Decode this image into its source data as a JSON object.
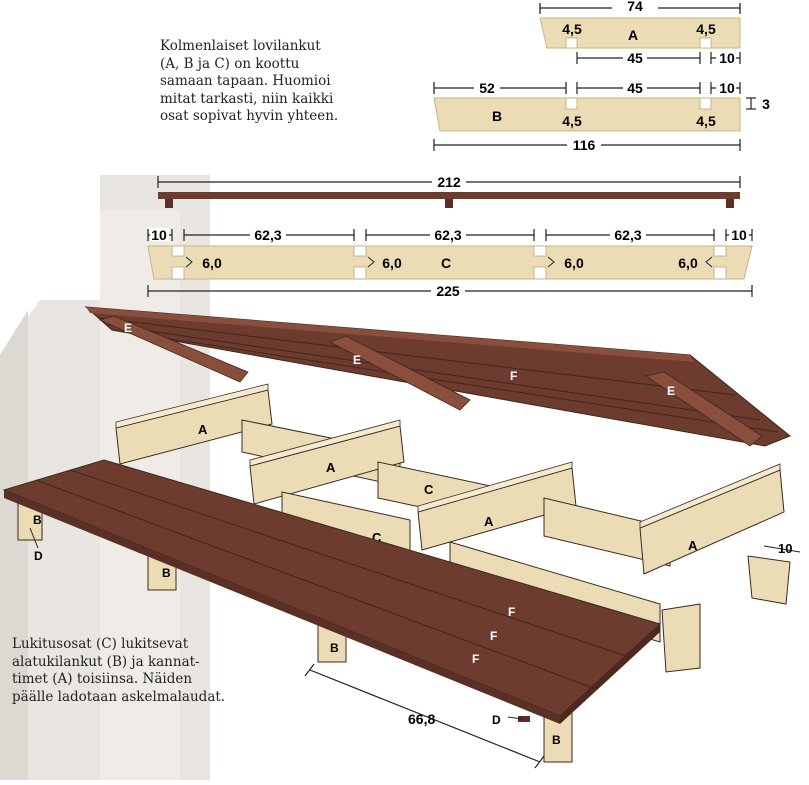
{
  "intro_text": [
    "Kolmenlaiset lovilankut",
    "(A, B ja C) on koottu",
    "samaan tapaan. Huomioi",
    "mitat tarkasti, niin kaikki",
    "osat sopivat hyvin yhteen."
  ],
  "bottom_text": [
    "Lukitusosat (C) lukitsevat",
    "alatukilankut (B) ja kannat-",
    "timet (A) toisiinsa. Näiden",
    "päälle ladotaan askelmalaudat."
  ],
  "plank_a": {
    "label": "A",
    "total": "74",
    "notch_left": "4,5",
    "notch_right": "4,5",
    "gap": "45",
    "end": "10"
  },
  "plank_b": {
    "label": "B",
    "left": "52",
    "gap": "45",
    "end": "10",
    "height": "3",
    "notch_left": "4,5",
    "notch_right": "4,5",
    "total": "116"
  },
  "board_top": {
    "length": "212"
  },
  "plank_c": {
    "label": "C",
    "end_left": "10",
    "gap1": "62,3",
    "gap2": "62,3",
    "gap3": "62,3",
    "end_right": "10",
    "notch1": "6,0",
    "notch2": "6,0",
    "notch3": "6,0",
    "notch4": "6,0",
    "total": "225"
  },
  "assembly": {
    "label_e": "E",
    "label_f": "F",
    "label_a": "A",
    "label_b": "B",
    "label_c": "C",
    "label_d": "D",
    "dim_width": "66,8",
    "dim_end": "10"
  },
  "colors": {
    "wood_light": "#ecdcb6",
    "wood_edge": "#c9b487",
    "board_dark": "#6e3b2f",
    "board_top": "#7b4536",
    "outline": "#3a2a1e"
  }
}
